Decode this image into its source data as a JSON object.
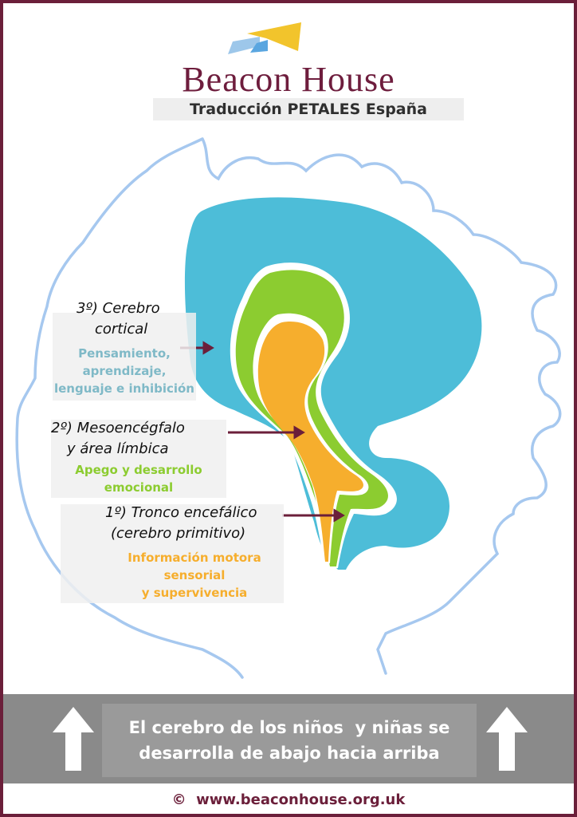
{
  "header": {
    "brand": "Beacon House",
    "subtitle": "Traducción PETALES España"
  },
  "levels": [
    {
      "title_line1": "3º) Cerebro",
      "title_line2": "cortical",
      "desc_lines": [
        "Pensamiento,",
        "aprendizaje,",
        "lenguaje e inhibición"
      ],
      "color": "#4dbdd8"
    },
    {
      "title_line1": "2º) Mesoencégfalo",
      "title_line2": "y área límbica",
      "desc_lines": [
        "Apego y desarrollo",
        "emocional"
      ],
      "color": "#8ccc30"
    },
    {
      "title_line1": "1º) Tronco encefálico",
      "title_line2": "(cerebro primitivo)",
      "desc_lines": [
        "Información motora",
        "sensorial",
        "y supervivencia"
      ],
      "color": "#f6ae2d"
    }
  ],
  "footer": {
    "message_line1": "El cerebro de los niños  y niñas se",
    "message_line2": "desarrolla de abajo hacia arriba",
    "url": "©  www.beaconhouse.org.uk"
  },
  "colors": {
    "brand": "#6e1d3d",
    "frame": "#6b1f3a",
    "head_outline": "#a6c8ef",
    "cortex": "#4dbdd8",
    "limbic": "#8ccc30",
    "brainstem": "#f6ae2d",
    "arrow": "#6b1f3a"
  },
  "icons": [
    "logo-icon",
    "up-arrow-icon"
  ]
}
